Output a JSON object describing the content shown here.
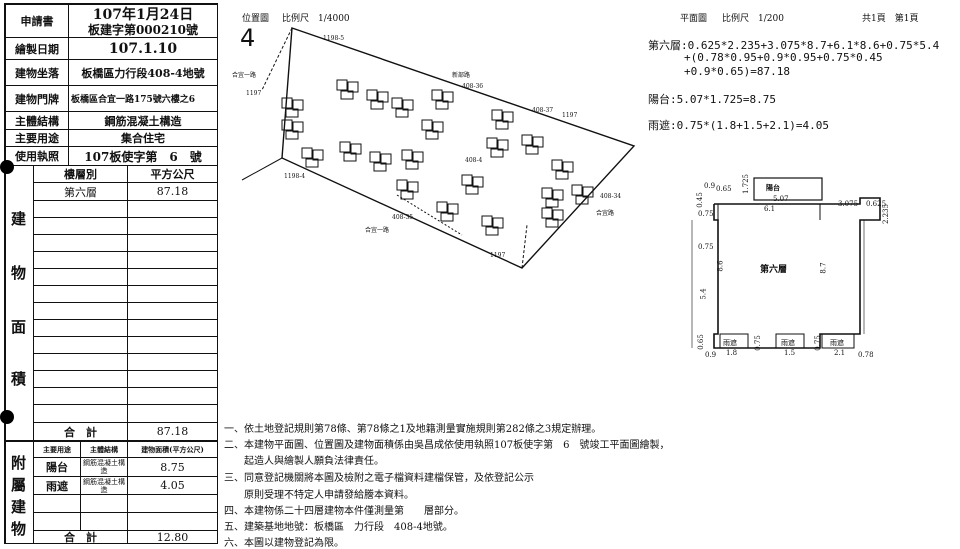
{
  "header": {
    "applicant_label": "申請書",
    "applicant_date": "107年1月24日",
    "applicant_no": "板建字第000210號",
    "draw_date_label": "繪製日期",
    "draw_date": "107.1.10",
    "location_label": "建物坐落",
    "location": "板橋區力行段408-4地號",
    "doorplate_label": "建物門牌",
    "doorplate": "板橋區合宜一路175號六樓之6",
    "structure_label": "主體結構",
    "structure": "鋼筋混凝土構造",
    "use_label": "主要用途",
    "use": "集合住宅",
    "license_label": "使用執照",
    "license": "107板使字第　6　號"
  },
  "area_table": {
    "side_chars": [
      "建",
      "物",
      "面",
      "積"
    ],
    "col_floor": "樓層別",
    "col_area": "平方公尺",
    "rows": [
      {
        "floor": "第六層",
        "area": "87.18"
      }
    ],
    "total_label": "合　計",
    "total": "87.18"
  },
  "attached": {
    "side_chars": [
      "附",
      "屬",
      "建",
      "物"
    ],
    "col_use": "主要用途",
    "col_struct": "主體結構",
    "col_area": "建物面積(平方公尺)",
    "rows": [
      {
        "use": "陽台",
        "struct": "鋼筋混凝土構造",
        "area": "8.75"
      },
      {
        "use": "雨遮",
        "struct": "鋼筋混凝土構造",
        "area": "4.05"
      }
    ],
    "total_label": "合　計",
    "total": "12.80"
  },
  "site_plan": {
    "title": "位置圖",
    "scale": "比例尺　1/4000",
    "north": "4",
    "labels": {
      "road_left": "合宜一路",
      "road_top": "新部路",
      "road_bottom": "合宜一路",
      "road_right": "合宜路",
      "p1197a": "1197",
      "p1197b": "1197",
      "p1197c": "1197",
      "p1198_5": "1198-5",
      "p1198_4": "1198-4",
      "p408_36": "408-36",
      "p408_37": "408-37",
      "p408_4": "408-4",
      "p408_35": "408-35",
      "p408_34": "408-34"
    }
  },
  "floor_plan": {
    "title": "平面圖",
    "scale": "比例尺　1/200",
    "pages": "共1頁　第1頁",
    "room_label": "第六層",
    "balcony_label": "陽台",
    "canopy_label": "雨遮",
    "dims": {
      "d_0_9_top": "0.9",
      "d_0_65_top": "0.65",
      "d_1_725": "1.725",
      "d_5_07": "5.07",
      "d_6_1": "6.1",
      "d_3_075": "3.075",
      "d_0_625": "0.625",
      "d_2_235": "2.235",
      "d_0_45": "0.45",
      "d_0_75a": "0.75",
      "d_0_75b": "0.75",
      "d_8_6": "8.6",
      "d_5_4": "5.4",
      "d_8_7": "8.7",
      "d_0_65_bot": "0.65",
      "d_0_9_bot": "0.9",
      "d_1_8": "1.8",
      "d_0_75c": "0.75",
      "d_1_5": "1.5",
      "d_0_75d": "0.75",
      "d_2_1": "2.1",
      "d_0_78": "0.78"
    }
  },
  "calc": {
    "line1": "第六層:0.625*2.235+3.075*8.7+6.1*8.6+0.75*5.4",
    "line2": "+(0.78*0.95+0.9*0.95+0.75*0.45",
    "line3": "+0.9*0.65)=87.18",
    "balcony": "陽台:5.07*1.725=8.75",
    "canopy": "雨遮:0.75*(1.8+1.5+2.1)=4.05"
  },
  "notes": [
    "一、依土地登記規則第78條、第78條之1及地籍測量實施規則第282條之3規定辦理。",
    "二、本建物平面圖、位置圖及建物面積係由吳昌成依使用執照107板使字第　6　號竣工平面圖繪製，",
    "　　起造人與繪製人願負法律責任。",
    "三、同意登記機關將本圖及檢附之電子檔資料建檔保管，及依登記公示",
    "　　原則受理不特定人申請發給謄本資料。",
    "四、本建物係二十四層建物本件僅測量第　　層部分。",
    "五、建築基地地號：板橋區　力行段　408-4地號。",
    "六、本圖以建物登記為限。"
  ]
}
